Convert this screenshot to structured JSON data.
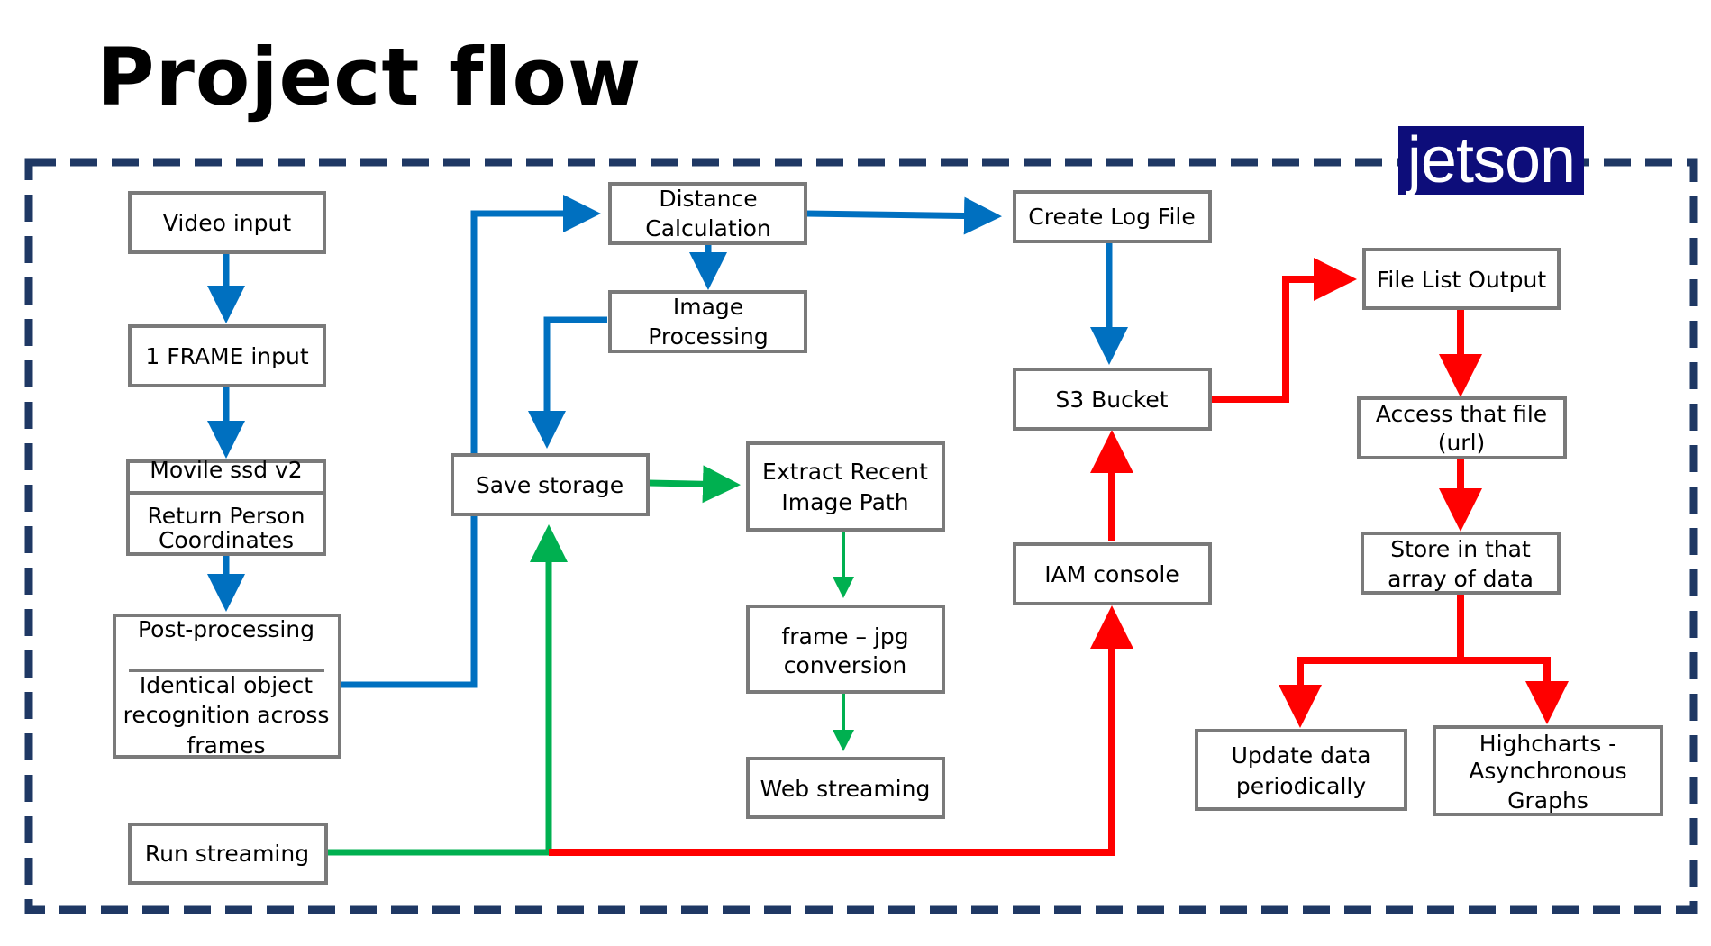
{
  "title": "Project flow",
  "badge": "jetson",
  "colors": {
    "frame": "#1f3864",
    "badge_bg": "#0d0d7a",
    "blue": "#0070c0",
    "green": "#00b050",
    "red": "#ff0000",
    "box_border": "#7a7a7a"
  },
  "nodes": {
    "video_input": [
      "Video input"
    ],
    "frame_input": [
      "1 FRAME input"
    ],
    "mobile_ssd": [
      "Movile ssd v2"
    ],
    "return_person": [
      "Return Person",
      "Coordinates"
    ],
    "post_processing": [
      "Post-processing"
    ],
    "identical_object": [
      "Identical object",
      "recognition across",
      "frames"
    ],
    "run_streaming": [
      "Run streaming"
    ],
    "distance_calc": [
      "Distance",
      "Calculation"
    ],
    "image_processing": [
      "Image",
      "Processing"
    ],
    "save_storage": [
      "Save storage"
    ],
    "extract_recent": [
      "Extract Recent",
      "Image Path"
    ],
    "frame_jpg": [
      "frame – jpg",
      "conversion"
    ],
    "web_streaming": [
      "Web streaming"
    ],
    "create_log": [
      "Create Log File"
    ],
    "s3_bucket": [
      "S3 Bucket"
    ],
    "iam_console": [
      "IAM console"
    ],
    "file_list": [
      "File List Output"
    ],
    "access_file": [
      "Access that file",
      "(url)"
    ],
    "store_array": [
      "Store in that",
      "array of data"
    ],
    "update_data": [
      "Update data",
      "periodically"
    ],
    "highcharts": [
      "Highcharts -",
      "Asynchronous",
      "Graphs"
    ]
  }
}
